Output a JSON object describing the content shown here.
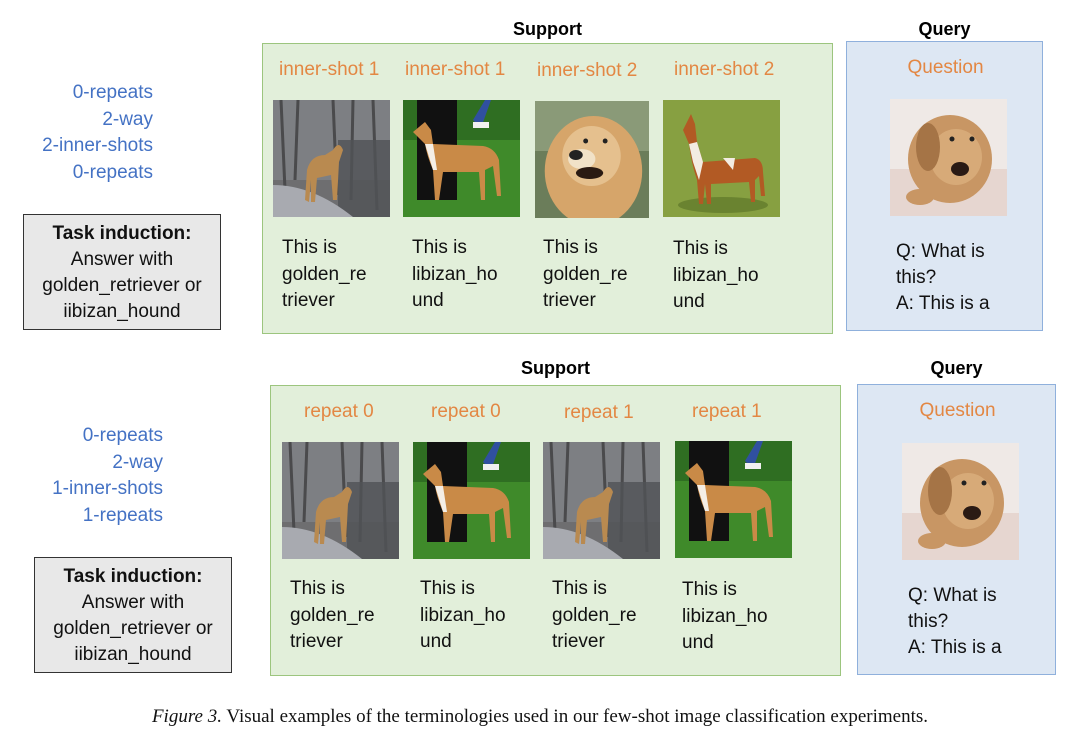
{
  "figure": {
    "caption_prefix": "Figure 3.",
    "caption_text": " Visual examples of the terminologies used in our few-shot image classification experiments."
  },
  "panels": [
    {
      "params": [
        "0-repeats",
        "2-way",
        "2-inner-shots",
        "0-repeats"
      ],
      "task_induction": {
        "heading": "Task induction:",
        "lines": [
          "Answer with",
          "golden_retriever or",
          "iibizan_hound"
        ]
      },
      "support": {
        "title": "Support",
        "shots": [
          {
            "label": "inner-shot 1",
            "image": "golden-retriever-by-water",
            "text": "This is\ngolden_re\ntriever"
          },
          {
            "label": "inner-shot 1",
            "image": "ibizan-hound-on-grass-with-handler",
            "text": "This is\nlibizan_ho\nund"
          },
          {
            "label": "inner-shot 2",
            "image": "golden-retriever-portrait",
            "text": "This is\ngolden_re\ntriever"
          },
          {
            "label": "inner-shot 2",
            "image": "ibizan-hound-standing-on-grass",
            "text": "This is\nlibizan_ho\nund"
          }
        ]
      },
      "query": {
        "title": "Query",
        "label": "Question",
        "image": "golden-retriever-puppy",
        "text": "Q: What is\nthis?\nA: This is a"
      }
    },
    {
      "params": [
        "0-repeats",
        "2-way",
        "1-inner-shots",
        "1-repeats"
      ],
      "task_induction": {
        "heading": "Task induction:",
        "lines": [
          "Answer with",
          "golden_retriever or",
          "iibizan_hound"
        ]
      },
      "support": {
        "title": "Support",
        "shots": [
          {
            "label": "repeat 0",
            "image": "golden-retriever-by-water",
            "text": "This is\ngolden_re\ntriever"
          },
          {
            "label": "repeat 0",
            "image": "ibizan-hound-on-grass-with-handler",
            "text": "This is\nlibizan_ho\nund"
          },
          {
            "label": "repeat 1",
            "image": "golden-retriever-by-water",
            "text": "This is\ngolden_re\ntriever"
          },
          {
            "label": "repeat 1",
            "image": "ibizan-hound-on-grass-with-handler",
            "text": "This is\nlibizan_ho\nund"
          }
        ]
      },
      "query": {
        "title": "Query",
        "label": "Question",
        "image": "golden-retriever-puppy",
        "text": "Q: What is\nthis?\nA: This is a"
      }
    }
  ]
}
